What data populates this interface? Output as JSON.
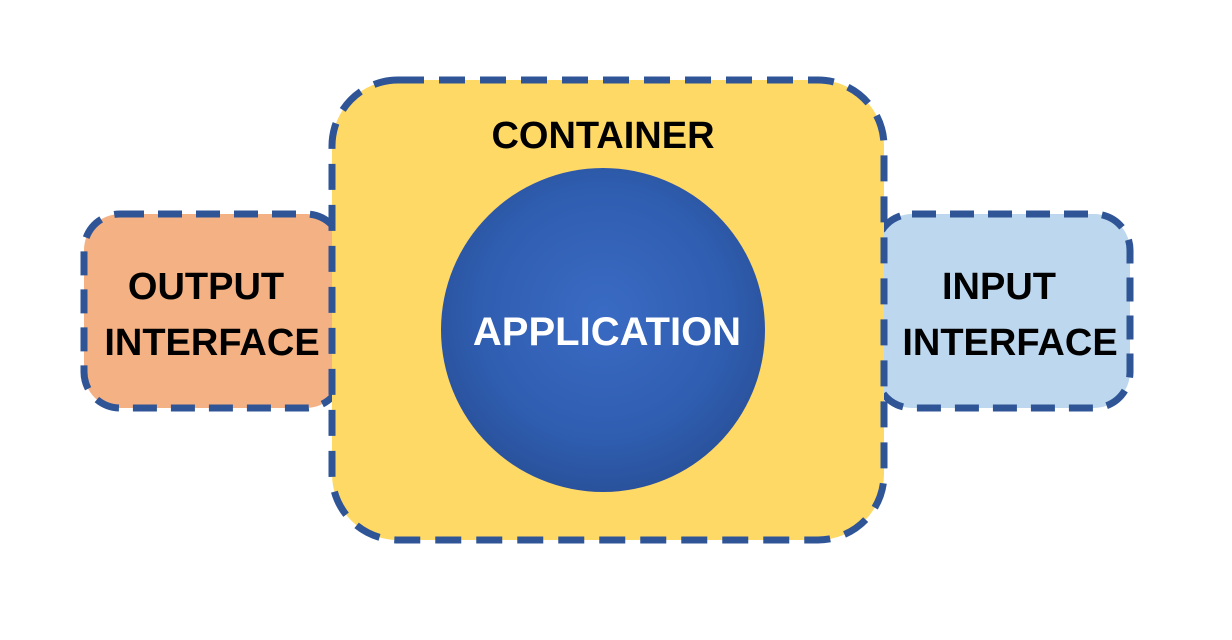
{
  "diagram": {
    "container": {
      "label": "CONTAINER",
      "fill": "#FFD966"
    },
    "application": {
      "label": "APPLICATION",
      "fill": "#2F5DB0",
      "text_color": "#FFFFFF"
    },
    "output_interface": {
      "line1": "OUTPUT",
      "line2": "INTERFACE",
      "fill": "#F4B183"
    },
    "input_interface": {
      "line1": "INPUT",
      "line2": "INTERFACE",
      "fill": "#BDD7EE"
    },
    "border_color": "#2F5597",
    "label_color": "#000000"
  }
}
